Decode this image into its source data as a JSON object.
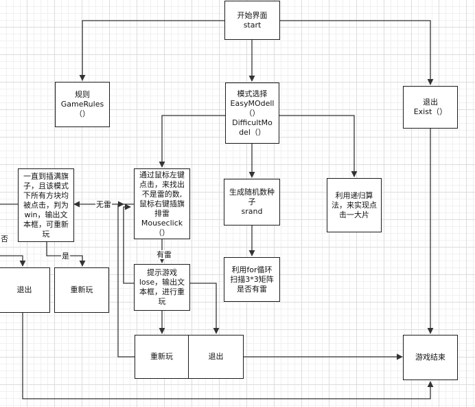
{
  "nodes": {
    "start": "开始界面\nstart",
    "rules": "规则\nGameRules\n（）",
    "mode": "模式选择\nEasyMOdell\n（）\nDifficultMo\ndel（）",
    "exit_top": "退出\nExist（）",
    "mouse": "通过鼠标左键\n点击，来找出\n不是雷的数,\n鼠标右键插旗\n排雷\nMouseclick\n（）",
    "srand": "生成随机数种\n子\nsrand",
    "recursion": "利用递归算\n法，来实现点\n击一大片",
    "win": "一直到插满旗\n子，且该模式\n下所有方块均\n被点击，判为\nwin，输出文\n本框，可重新\n玩",
    "lose": "提示游戏\nlose，输出文\n本框，进行重\n玩",
    "scan": "利用for循环\n扫描3*3矩阵\n是否有雷",
    "exit_left": "退出",
    "replay_left": "重新玩",
    "replay_bottom": "重新玩",
    "exit_bottom": "退出",
    "end": "游戏结束"
  },
  "edge_labels": {
    "no_mine": "无雷",
    "yes": "是",
    "no": "否",
    "has_mine": "有雷"
  },
  "colors": {
    "line": "#333333",
    "border": "#1a1a1a",
    "grid": "#dcdcdc"
  }
}
